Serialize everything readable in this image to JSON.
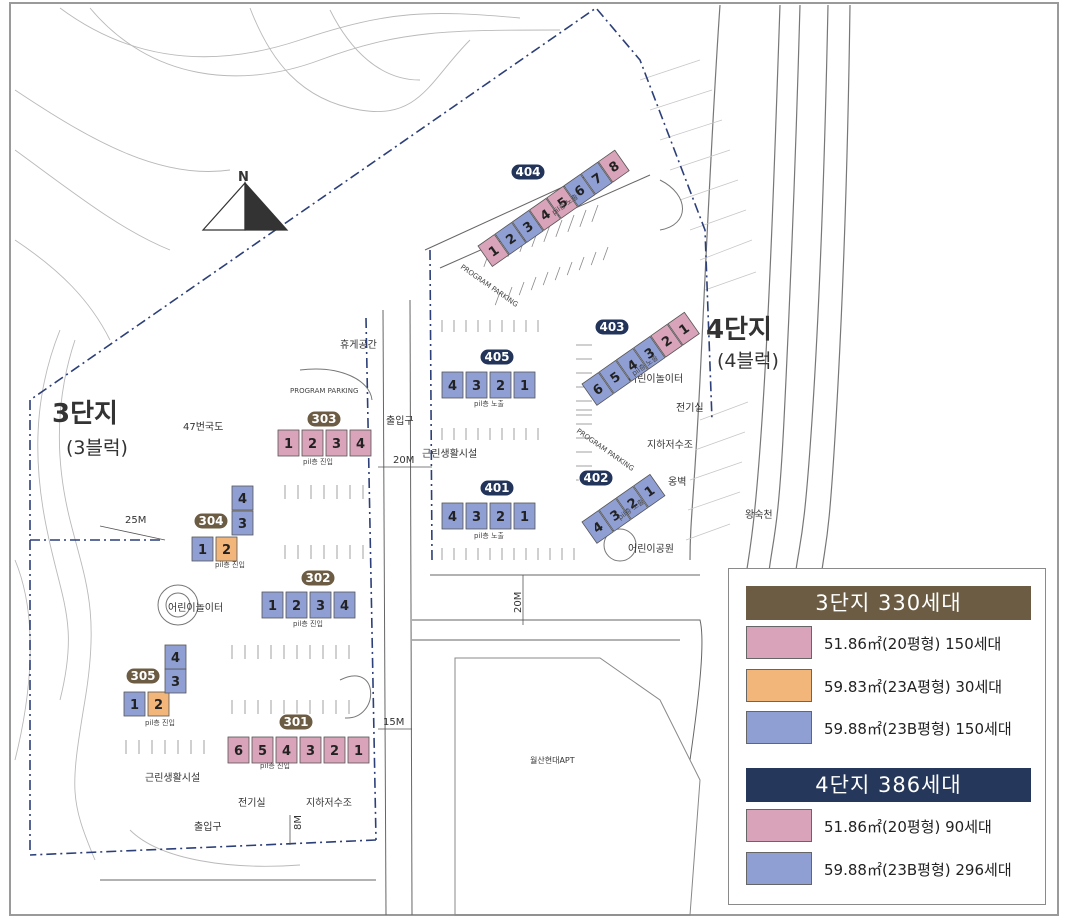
{
  "compass": {
    "north_label": "N"
  },
  "complex3": {
    "title": "3단지",
    "subtitle": "(3블럭)"
  },
  "complex4": {
    "title": "4단지",
    "subtitle": "(4블럭)"
  },
  "buildings": [
    {
      "name": "301",
      "group": "3",
      "units": [
        {
          "label": "6",
          "type": "a"
        },
        {
          "label": "5",
          "type": "a"
        },
        {
          "label": "4",
          "type": "a"
        },
        {
          "label": "3",
          "type": "a"
        },
        {
          "label": "2",
          "type": "a"
        },
        {
          "label": "1",
          "type": "a"
        }
      ]
    },
    {
      "name": "302",
      "group": "3",
      "units": [
        {
          "label": "1",
          "type": "c"
        },
        {
          "label": "2",
          "type": "c"
        },
        {
          "label": "3",
          "type": "c"
        },
        {
          "label": "4",
          "type": "c"
        }
      ]
    },
    {
      "name": "303",
      "group": "3",
      "units": [
        {
          "label": "1",
          "type": "a"
        },
        {
          "label": "2",
          "type": "a"
        },
        {
          "label": "3",
          "type": "a"
        },
        {
          "label": "4",
          "type": "a"
        }
      ]
    },
    {
      "name": "304",
      "group": "3",
      "units": [
        {
          "label": "1",
          "type": "c"
        },
        {
          "label": "2",
          "type": "b"
        },
        {
          "label": "3",
          "type": "c"
        },
        {
          "label": "4",
          "type": "c"
        }
      ]
    },
    {
      "name": "305",
      "group": "3",
      "units": [
        {
          "label": "1",
          "type": "c"
        },
        {
          "label": "2",
          "type": "b"
        },
        {
          "label": "3",
          "type": "c"
        },
        {
          "label": "4",
          "type": "c"
        }
      ]
    },
    {
      "name": "401",
      "group": "4",
      "units": [
        {
          "label": "4",
          "type": "c"
        },
        {
          "label": "3",
          "type": "c"
        },
        {
          "label": "2",
          "type": "c"
        },
        {
          "label": "1",
          "type": "c"
        }
      ]
    },
    {
      "name": "402",
      "group": "4",
      "units": [
        {
          "label": "4",
          "type": "c"
        },
        {
          "label": "3",
          "type": "c"
        },
        {
          "label": "2",
          "type": "c"
        },
        {
          "label": "1",
          "type": "c"
        }
      ]
    },
    {
      "name": "403",
      "group": "4",
      "units": [
        {
          "label": "6",
          "type": "c"
        },
        {
          "label": "5",
          "type": "c"
        },
        {
          "label": "4",
          "type": "c"
        },
        {
          "label": "3",
          "type": "c"
        },
        {
          "label": "2",
          "type": "a"
        },
        {
          "label": "1",
          "type": "a"
        }
      ]
    },
    {
      "name": "404",
      "group": "4",
      "units": [
        {
          "label": "1",
          "type": "a"
        },
        {
          "label": "2",
          "type": "c"
        },
        {
          "label": "3",
          "type": "c"
        },
        {
          "label": "4",
          "type": "a"
        },
        {
          "label": "5",
          "type": "a"
        },
        {
          "label": "6",
          "type": "c"
        },
        {
          "label": "7",
          "type": "c"
        },
        {
          "label": "8",
          "type": "a"
        }
      ]
    },
    {
      "name": "405",
      "group": "4",
      "units": [
        {
          "label": "4",
          "type": "c"
        },
        {
          "label": "3",
          "type": "c"
        },
        {
          "label": "2",
          "type": "c"
        },
        {
          "label": "1",
          "type": "c"
        }
      ]
    }
  ],
  "place_labels": {
    "rest_area": "휴게공간",
    "route47": "47번국도",
    "entrance_mid": "출입구",
    "neighborhood_center_4": "근린생활시설",
    "neighborhood_center_3": "근린생활시설",
    "playground_4a": "어린이놀이터",
    "playground_4b": "어린이공원",
    "electric_4": "전기실",
    "water_tank_4": "지하저수조",
    "retaining_wall": "옹벽",
    "wangsuk_stream": "왕숙천",
    "playground_3": "어린이놀이터",
    "electric_3": "전기실",
    "water_tank_3": "지하저수조",
    "entrance_bottom": "출입구",
    "nearby_apt": "월산현대APT",
    "road_25m": "25M",
    "road_20m_a": "20M",
    "road_20m_b": "20M",
    "road_15m": "15M",
    "road_8m": "8M",
    "pilotis_entry": "pil층 진입",
    "pilotis_exposed": "pil층 노출",
    "program_parking": "PROGRAM PARKING"
  },
  "legend": {
    "complex3_header": "3단지  330세대",
    "complex3_rows": [
      {
        "text": "51.86㎡(20평형)  150세대",
        "type": "a"
      },
      {
        "text": "59.83㎡(23A평형)   30세대",
        "type": "b"
      },
      {
        "text": "59.88㎡(23B평형)  150세대",
        "type": "c"
      }
    ],
    "complex4_header": "4단지  386세대",
    "complex4_rows": [
      {
        "text": "51.86㎡(20평형)   90세대",
        "type": "a"
      },
      {
        "text": "59.88㎡(23B평형)  296세대",
        "type": "c"
      }
    ]
  },
  "colors": {
    "unit_a": "#d9a3b9",
    "unit_b": "#f3b67a",
    "unit_c": "#8f9fd3",
    "complex3_header": "#6b5c43",
    "complex4_header": "#25375a",
    "badge3": "#6b5c43",
    "badge4": "#23345a",
    "complex4_title": "#1f3a68",
    "complex3_title": "#333333"
  }
}
